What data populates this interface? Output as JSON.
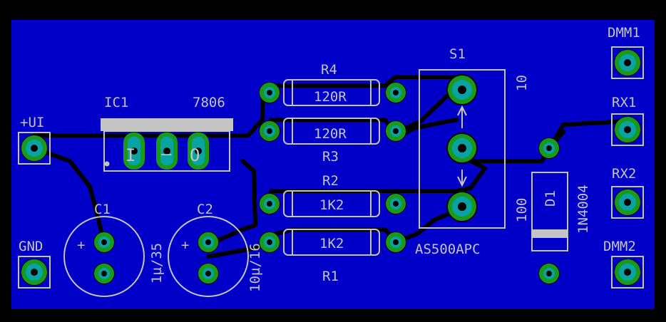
{
  "board": {
    "background": "#000000",
    "copper": "#0000c8",
    "silk": "#c4c4c4",
    "pad": "#0aa3a3",
    "via_ring": "#1a9a1a",
    "trace": "#000000"
  },
  "labels": {
    "plus_ui": "+UI",
    "gnd": "GND",
    "ic1": "IC1",
    "ic1_value": "7806",
    "c1": "C1",
    "c1_value": "1µ/35",
    "c2": "C2",
    "c2_value": "10µ/16",
    "r4": "R4",
    "r4_value": "120R",
    "r3": "R3",
    "r3_value": "120R",
    "r2": "R2",
    "r2_value": "1K2",
    "r1": "R1",
    "r1_value": "1K2",
    "s1": "S1",
    "s1_part": "AS500APC",
    "s1_pos_top": "10",
    "s1_pos_bottom": "100",
    "d1": "D1",
    "d1_value": "1N4004",
    "dmm1": "DMM1",
    "rx1": "RX1",
    "rx2": "RX2",
    "dmm2": "DMM2",
    "ic_pin_i": "I",
    "ic_pin_g": "–",
    "ic_pin_o": "O",
    "plus_sign": "+"
  }
}
